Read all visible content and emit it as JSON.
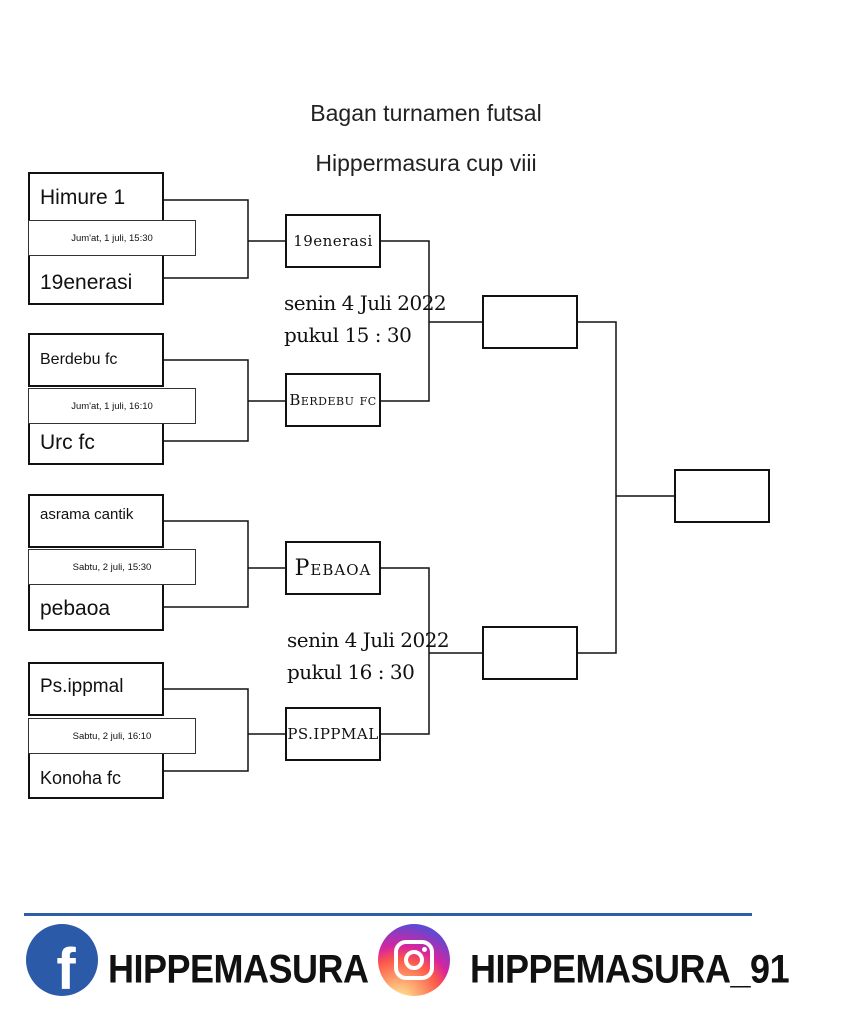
{
  "title": {
    "line1": "Bagan turnamen futsal",
    "line2": "Hippermasura cup viii"
  },
  "round1": [
    {
      "home": "Himure 1",
      "away": "19enerasi",
      "schedule": "Jum'at, 1 juli, 15:30"
    },
    {
      "home": "Berdebu fc",
      "away": "Urc fc",
      "schedule": "Jum'at, 1 juli, 16:10"
    },
    {
      "home": "asrama cantik",
      "away": "pebaoa",
      "schedule": "Sabtu, 2 juli, 15:30"
    },
    {
      "home": "Ps.ippmal",
      "away": "Konoha fc",
      "schedule": "Sabtu, 2 juli, 16:10"
    }
  ],
  "round2": [
    {
      "winner": "19enerasi"
    },
    {
      "winner": "Berdebu fc"
    },
    {
      "winner": "Pebaoa"
    },
    {
      "winner": "PS.IPPMAL"
    }
  ],
  "semifinal_notes": [
    {
      "line1": "senin 4 Juli 2022",
      "line2": "pukul 15 : 30"
    },
    {
      "line1": "senin 4 Juli 2022",
      "line2": "pukul 16 : 30"
    }
  ],
  "footer": {
    "facebook": "HIPPEMASURA",
    "instagram": "HIPPEMASURA_91"
  },
  "colors": {
    "facebook": "#2b5aa8",
    "divider": "#2d5fa6"
  },
  "icons": {
    "facebook": "facebook-icon",
    "instagram": "instagram-icon"
  }
}
